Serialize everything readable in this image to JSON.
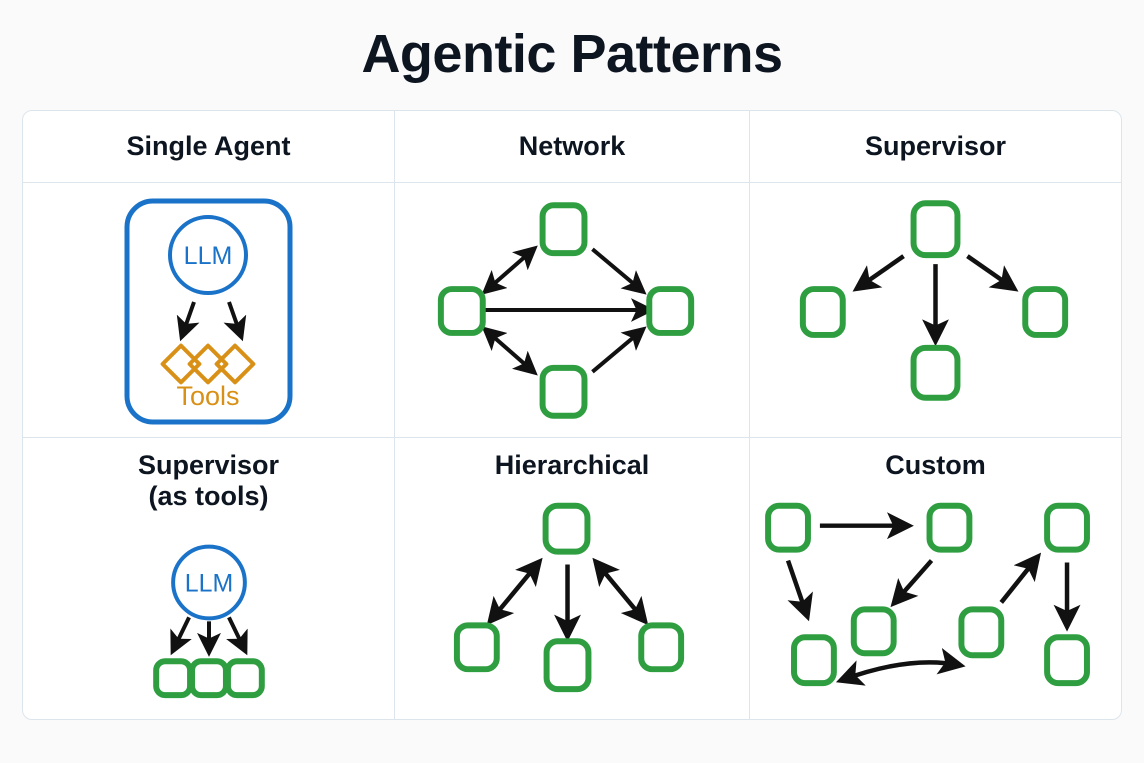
{
  "title": "Agentic Patterns",
  "colors": {
    "page_background": "#fafafa",
    "card_background": "#ffffff",
    "grid_border": "#dde5ec",
    "title_text": "#0d1520",
    "node_green": "#2f9e41",
    "llm_blue": "#1a73c8",
    "tool_orange": "#d99016",
    "arrow_black": "#111111"
  },
  "headers": [
    {
      "label": "Single Agent"
    },
    {
      "label": "Network"
    },
    {
      "label": "Supervisor"
    }
  ],
  "cells": [
    {
      "key": "single-agent",
      "label": "",
      "inner_labels": {
        "llm": "LLM",
        "tools": "Tools"
      },
      "node_count": 3,
      "node_shape": "diamond",
      "description": "Blue rounded container with an LLM circle, two arrows down to three orange tool diamonds labeled Tools"
    },
    {
      "key": "network",
      "label": "",
      "node_count": 4,
      "node_shape": "rounded-square",
      "edges": [
        {
          "from": "left",
          "to": "top",
          "style": "bidirectional"
        },
        {
          "from": "top",
          "to": "right",
          "style": "directed"
        },
        {
          "from": "left",
          "to": "right",
          "style": "directed"
        },
        {
          "from": "left",
          "to": "bottom",
          "style": "bidirectional"
        },
        {
          "from": "bottom",
          "to": "right",
          "style": "directed"
        }
      ],
      "description": "Four agents in a diamond layout connected by arrows"
    },
    {
      "key": "supervisor",
      "label": "",
      "node_count": 4,
      "node_shape": "rounded-square",
      "edges": [
        {
          "from": "top",
          "to": "left",
          "style": "directed"
        },
        {
          "from": "top",
          "to": "center-bottom",
          "style": "directed"
        },
        {
          "from": "top",
          "to": "right",
          "style": "directed"
        }
      ],
      "description": "One supervisor node with three downward arrows to worker nodes"
    },
    {
      "key": "supervisor-as-tools",
      "label": "Supervisor\n(as tools)",
      "label_line1": "Supervisor",
      "label_line2": "(as tools)",
      "inner_labels": {
        "llm": "LLM"
      },
      "node_count": 3,
      "node_shape": "rounded-square",
      "description": "LLM circle with three arrows down to three small agent nodes"
    },
    {
      "key": "hierarchical",
      "label": "Hierarchical",
      "node_count": 4,
      "node_shape": "rounded-square",
      "edges": [
        {
          "from": "top",
          "to": "left",
          "style": "bidirectional"
        },
        {
          "from": "top",
          "to": "center-bottom",
          "style": "directed"
        },
        {
          "from": "top",
          "to": "right",
          "style": "bidirectional"
        }
      ],
      "description": "Top node with bidirectional arrows to the outer nodes and a single arrow down to the middle node"
    },
    {
      "key": "custom",
      "label": "Custom",
      "node_count": 7,
      "node_shape": "rounded-square",
      "edges": [
        {
          "from": "top-left",
          "to": "top-mid",
          "style": "directed"
        },
        {
          "from": "top-left",
          "to": "bottom-left",
          "style": "directed"
        },
        {
          "from": "top-mid",
          "to": "center-left",
          "style": "directed"
        },
        {
          "from": "center-right",
          "to": "top-right",
          "style": "directed"
        },
        {
          "from": "top-right",
          "to": "bottom-right",
          "style": "directed"
        },
        {
          "from": "bottom-left",
          "to": "center-right",
          "style": "bidirectional-curved"
        }
      ],
      "description": "Seven nodes with an arbitrary arrangement of arrows including a curved bidirectional link"
    }
  ]
}
